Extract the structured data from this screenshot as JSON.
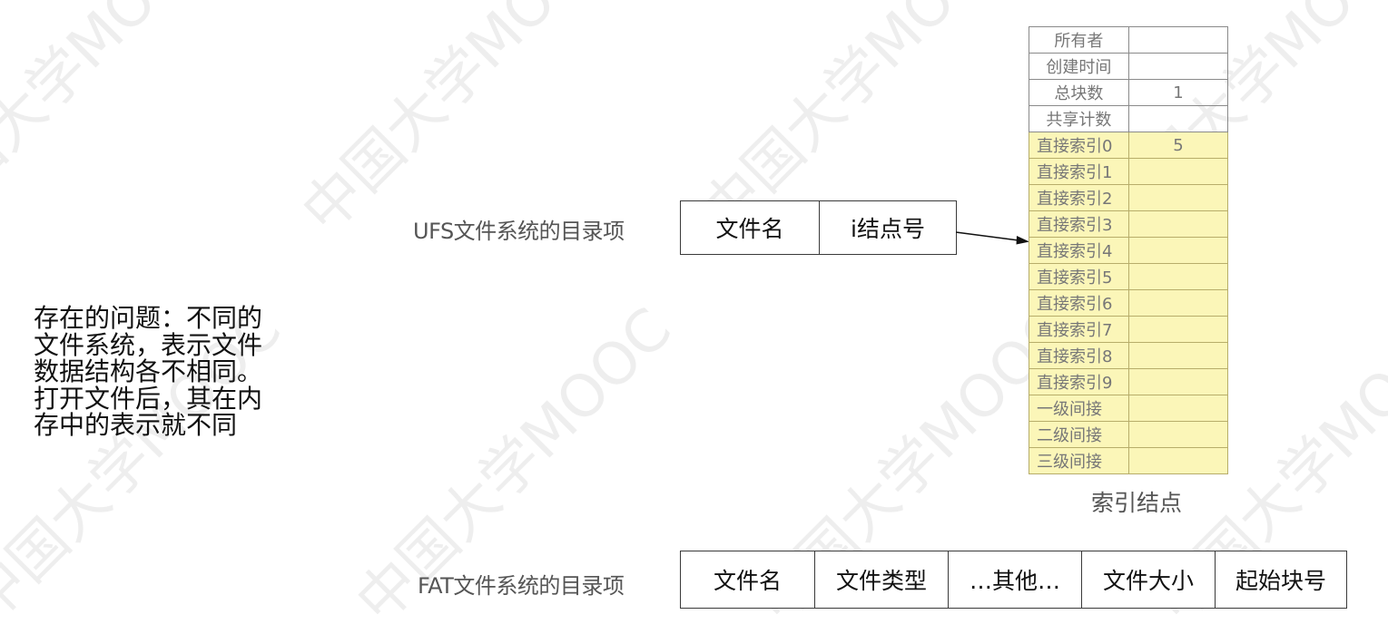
{
  "problem": {
    "lines": [
      "存在的问题：不同的",
      "文件系统，表示文件",
      "数据结构各不相同。",
      "打开文件后，其在内",
      "存中的表示就不同"
    ]
  },
  "ufs": {
    "label": "UFS文件系统的目录项",
    "fields": [
      "文件名",
      "i结点号"
    ]
  },
  "fat": {
    "label": "FAT文件系统的目录项",
    "fields": [
      "文件名",
      "文件类型",
      "…其他…",
      "文件大小",
      "起始块号"
    ]
  },
  "inode": {
    "caption": "索引结点",
    "rows": [
      {
        "key": "所有者",
        "value": "",
        "direct": false
      },
      {
        "key": "创建时间",
        "value": "",
        "direct": false
      },
      {
        "key": "总块数",
        "value": "1",
        "direct": false
      },
      {
        "key": "共享计数",
        "value": "",
        "direct": false
      },
      {
        "key": "直接索引0",
        "value": "5",
        "direct": true
      },
      {
        "key": "直接索引1",
        "value": "",
        "direct": true
      },
      {
        "key": "直接索引2",
        "value": "",
        "direct": true
      },
      {
        "key": "直接索引3",
        "value": "",
        "direct": true
      },
      {
        "key": "直接索引4",
        "value": "",
        "direct": true
      },
      {
        "key": "直接索引5",
        "value": "",
        "direct": true
      },
      {
        "key": "直接索引6",
        "value": "",
        "direct": true
      },
      {
        "key": "直接索引7",
        "value": "",
        "direct": true
      },
      {
        "key": "直接索引8",
        "value": "",
        "direct": true
      },
      {
        "key": "直接索引9",
        "value": "",
        "direct": true
      },
      {
        "key": "一级间接",
        "value": "",
        "direct": true
      },
      {
        "key": "二级间接",
        "value": "",
        "direct": true
      },
      {
        "key": "三级间接",
        "value": "",
        "direct": true
      }
    ]
  },
  "watermark": {
    "text": "中国大学MOOC",
    "color": "#eeeeee"
  }
}
